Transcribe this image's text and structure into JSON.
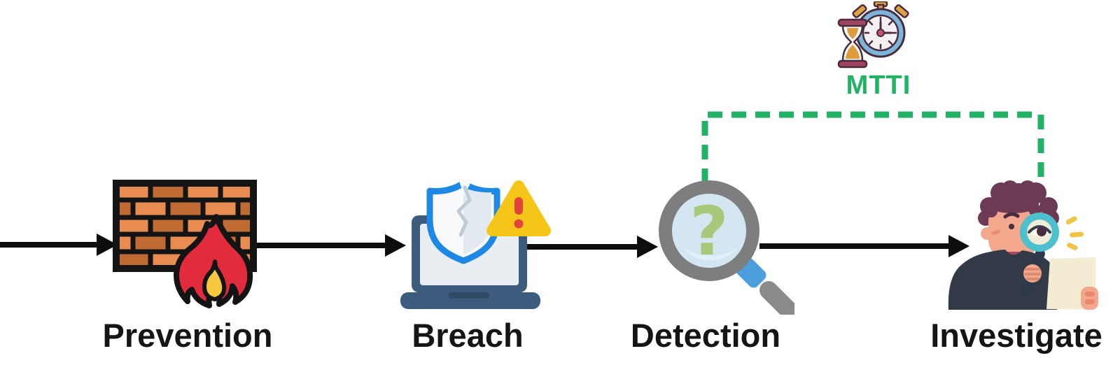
{
  "flow": {
    "stages": [
      {
        "label": "Prevention",
        "icon": "firewall-fire-icon"
      },
      {
        "label": "Breach",
        "icon": "laptop-broken-shield-warning-icon"
      },
      {
        "label": "Detection",
        "icon": "magnifying-glass-question-icon"
      },
      {
        "label": "Investigate",
        "icon": "analyst-reading-report-icon"
      }
    ],
    "connector_style": "solid-black-arrow-right"
  },
  "metric": {
    "label": "MTTI",
    "icon": "stopwatch-hourglass-icon",
    "spans_from": "Detection",
    "spans_to": "Investigate",
    "style": "green-dashed-bracket"
  },
  "colors": {
    "background": "#ffffff",
    "arrow_color": "#0d0d0d",
    "label_color": "#151515",
    "metric_green": "#22b266",
    "brick_light": "#e98c52",
    "brick_dark": "#bf6b33",
    "brick_outline": "#141414",
    "flame_red": "#e22c3d",
    "flame_yellow": "#f6c83f",
    "shield_blue": "#1e88e5",
    "shield_white": "#f8fafc",
    "laptop_slate": "#3d5c7d",
    "laptop_screen": "#e9eef3",
    "warning_yellow": "#f5c518",
    "warning_red": "#e2433c",
    "magnifier_gray": "#7e7e7e",
    "lens_blue": "#d5e6f3",
    "collar_blue": "#4d9edc",
    "question_green": "#a6ca7a",
    "watch_blue": "#7cb5db",
    "watch_face": "#f3f0f4",
    "watch_outline": "#4a2b3b",
    "watch_dot_pink": "#c85272",
    "button_gold": "#dca246",
    "hourglass_maroon": "#a04261",
    "sand_orange": "#e09b3d",
    "hair_plum": "#6c3a52",
    "skin_peach": "#f3a78d",
    "blush": "#e88d74",
    "shirt_navy": "#333a47",
    "paper_cream": "#f4ecd2",
    "magnifier_teal": "#4cc0cd",
    "lens_cream": "#f0ecd8",
    "iris_dark": "#472d3f",
    "sparkle_yellow": "#f1c348"
  }
}
